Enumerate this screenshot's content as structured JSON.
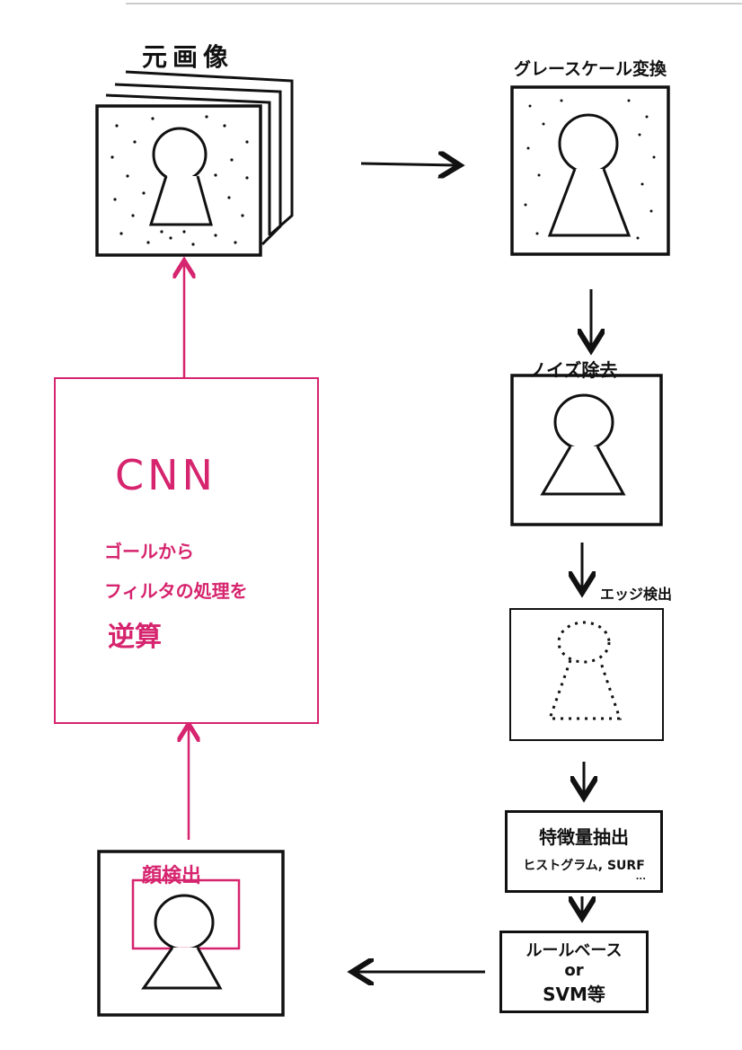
{
  "nodes": {
    "original": {
      "label": "元画像"
    },
    "grayscale": {
      "label": "グレースケール変換"
    },
    "noise": {
      "label": "ノイズ除去"
    },
    "edge": {
      "label": "エッジ検出"
    },
    "feature": {
      "line1": "特徴量抽出",
      "line2": "ヒストグラム, SURF",
      "line3": "..."
    },
    "classifier": {
      "line1": "ルールベース",
      "line2": "or",
      "line3": "SVM等"
    },
    "face": {
      "label": "顔検出"
    },
    "cnn": {
      "title": "CNN",
      "line1": "ゴールから",
      "line2": "フィルタの処理を",
      "line3": "逆算"
    }
  },
  "colors": {
    "ink": "#111111",
    "accent": "#d6246e"
  }
}
